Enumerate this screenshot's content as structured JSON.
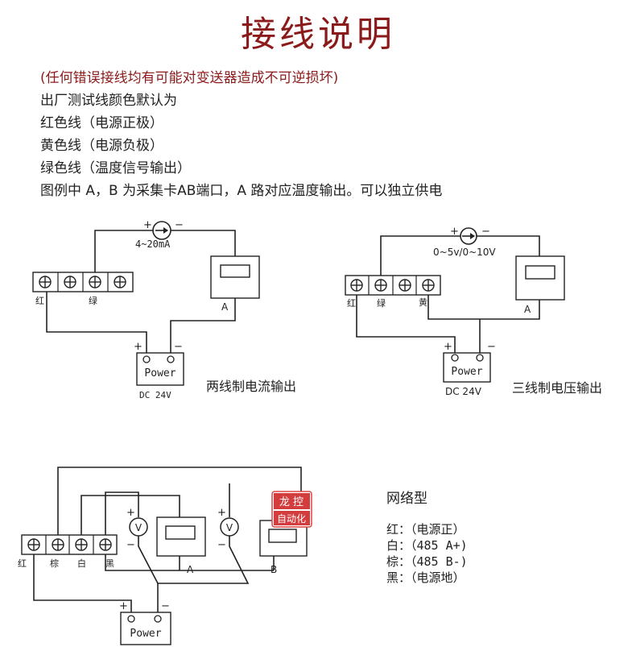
{
  "header": {
    "title": "接线说明"
  },
  "notes": {
    "warning": "(任何错误接线均有可能对变送器造成不可逆损坏)",
    "lines": [
      "出厂测试线颜色默认为",
      "红色线（电源正极）",
      "黄色线（电源负极）",
      "绿色线（温度信号输出）",
      "图例中 A，B 为采集卡AB端口，A 路对应温度输出。可以独立供电"
    ]
  },
  "diagram1": {
    "caption": "两线制电流输出",
    "meter_label": "4~20mA",
    "plus": "+",
    "minus": "−",
    "term_red": "红",
    "term_green": "绿",
    "card": "A",
    "power": "Power",
    "dc": "DC 24V"
  },
  "diagram2": {
    "caption": "三线制电压输出",
    "meter_label": "0~5v/0~10V",
    "plus": "+",
    "minus": "−",
    "term_red": "红",
    "term_green": "绿",
    "term_yellow": "黄",
    "card": "A",
    "power": "Power",
    "dc": "DC 24V"
  },
  "diagram3": {
    "title": "网络型",
    "term_red": "红",
    "term_brown": "棕",
    "term_white": "白",
    "term_black": "黑",
    "card_a": "A",
    "card_b": "B",
    "v": "V",
    "plus": "+",
    "minus": "−",
    "power": "Power",
    "stamp_line1": "龙 控",
    "stamp_line2": "自动化",
    "legend": [
      "红：（电源正）",
      "白：（485 A+)",
      "棕：（485 B-)",
      "黑：（电源地）"
    ]
  }
}
